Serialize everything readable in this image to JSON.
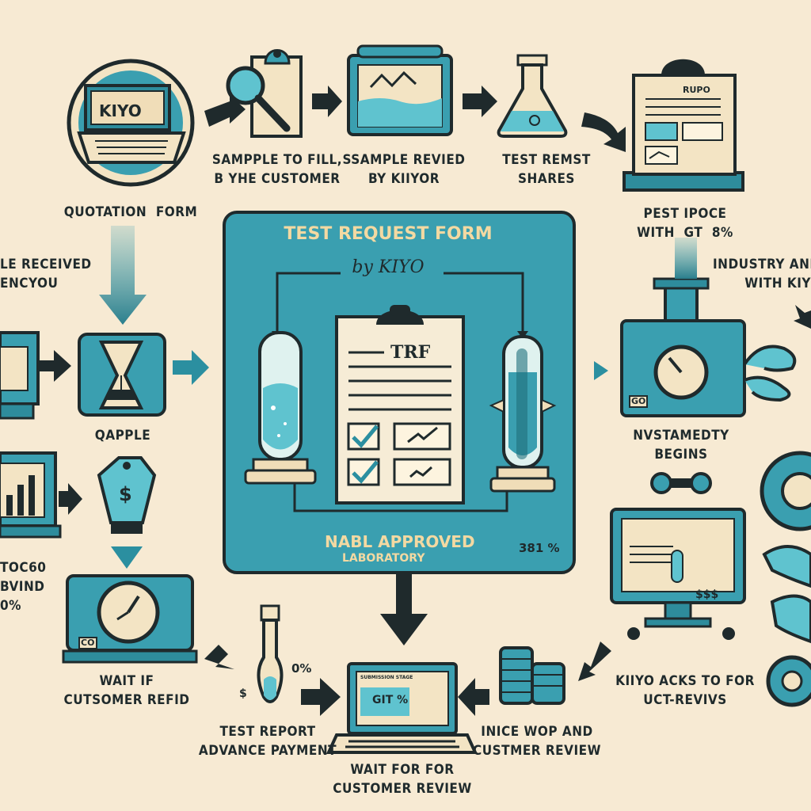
{
  "center": {
    "title": "TEST REQUEST FORM",
    "subtitle": "by KIYO",
    "form_label": "TRF",
    "footer_line1": "NABL APPROVED",
    "footer_line2": "LABORATORY",
    "code": "381 %"
  },
  "steps": [
    {
      "id": "quotation",
      "lines": [
        "QUOTATION  FORM"
      ]
    },
    {
      "id": "sample-fill",
      "lines": [
        "SAMPPLE TO FILL,",
        "B YHE CUSTOMER"
      ]
    },
    {
      "id": "sample-reviewed",
      "lines": [
        "SSAMPLE REVIED",
        "BY KIIYOR"
      ]
    },
    {
      "id": "test-results",
      "lines": [
        "TEST REMST",
        "SHARES"
      ]
    },
    {
      "id": "test-invoice",
      "lines": [
        "PEST IPOCE",
        "WITH  GT  8%"
      ]
    },
    {
      "id": "sample-received",
      "lines": [
        "LE RECEIVED",
        "ENCYOU"
      ]
    },
    {
      "id": "industry",
      "lines": [
        "INDUSTRY AND",
        "WITH KIY"
      ]
    },
    {
      "id": "sample-hourglass",
      "lines": [
        "QAPPLE"
      ]
    },
    {
      "id": "analysis-begins",
      "lines": [
        "NVSTAMEDTY",
        "BEGINS"
      ]
    },
    {
      "id": "left-payment",
      "lines": [
        "TOC60",
        "BVIND",
        "0%"
      ]
    },
    {
      "id": "wait-refund",
      "lines": [
        "WAIT IF",
        "CUTSOMER REFID"
      ]
    },
    {
      "id": "test-report",
      "lines": [
        "TEST REPORT",
        "ADVANCE PAYMENT"
      ]
    },
    {
      "id": "wait-review",
      "lines": [
        "WAIT FOR FOR",
        "CUSTOMER REVIEW"
      ]
    },
    {
      "id": "invoice-review",
      "lines": [
        "INICE WOP AND",
        "CUSTMER REVIEW"
      ]
    },
    {
      "id": "kiyo-asks",
      "lines": [
        "KIIYO ACKS TO FOR",
        "UCT-REVIVS"
      ]
    }
  ],
  "icons": {
    "quotation_screen": "KIYO",
    "invoice_tag": "RUPO",
    "invoice_badge": "GT",
    "monitor_price": "$$$",
    "laptop_header": "SUBMISSION STAGE",
    "laptop_value": "GIT %",
    "dollar_tag": "$",
    "percent_near_tube": "0%",
    "dollar_near_tube": "$",
    "clock_badge_left": "CO",
    "clock_badge_right": "GO"
  },
  "colors": {
    "background": "#f7ead3",
    "teal": "#3a9fb0",
    "dark_teal": "#1f6f7c",
    "ink": "#1f2a2c",
    "cream": "#f3e4c4"
  }
}
